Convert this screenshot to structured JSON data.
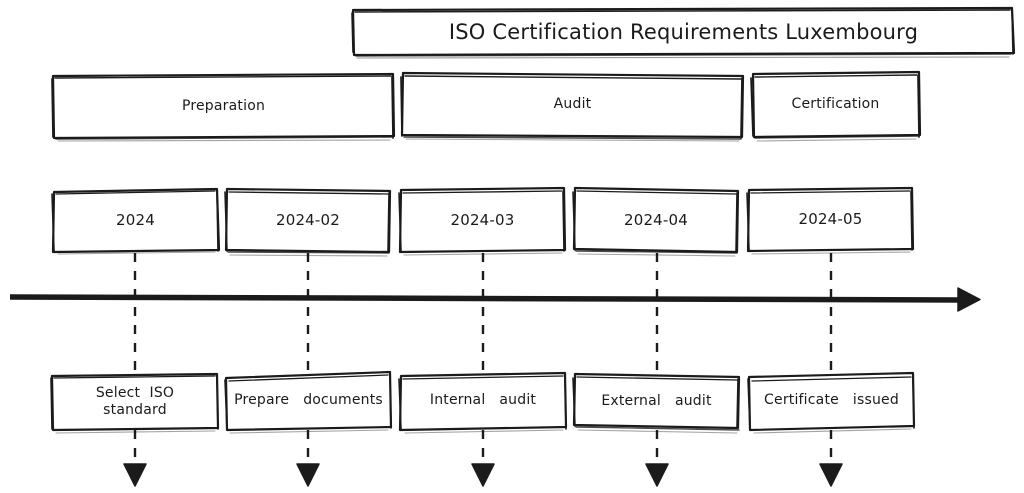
{
  "diagram": {
    "title": "ISO Certification Requirements Luxembourg",
    "type": "timeline",
    "style": "hand-drawn sketch",
    "stroke_color": "#1b1b1b",
    "fill_color": "#ffffff",
    "background_color": "#ffffff"
  },
  "sections": [
    {
      "label": "Preparation"
    },
    {
      "label": "Audit"
    },
    {
      "label": "Certification"
    }
  ],
  "periods": [
    {
      "label": "2024"
    },
    {
      "label": "2024-02"
    },
    {
      "label": "2024-03"
    },
    {
      "label": "2024-04"
    },
    {
      "label": "2024-05"
    }
  ],
  "tasks": [
    {
      "label": "Select  ISO\nstandard"
    },
    {
      "label": "Prepare   documents"
    },
    {
      "label": "Internal   audit"
    },
    {
      "label": "External   audit"
    },
    {
      "label": "Certificate   issued"
    }
  ],
  "axis": {
    "name": "timeline-axis",
    "direction": "left-to-right",
    "arrowhead": "right"
  },
  "connectors": {
    "style": "dashed",
    "down_arrowheads": 5
  }
}
